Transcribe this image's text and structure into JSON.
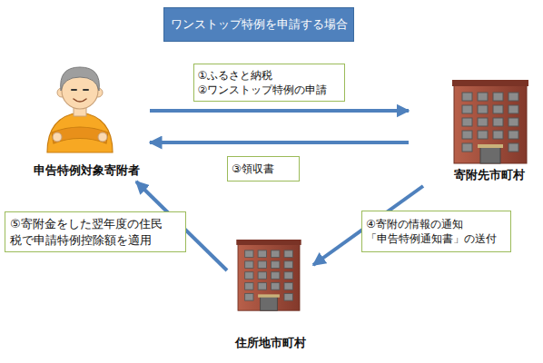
{
  "diagram": {
    "title": "ワンストップ特例を申請する場合",
    "nodes": [
      {
        "text": [
          "申告特例対象寄附者"
        ]
      },
      {
        "text": [
          "寄附先市町村"
        ]
      },
      {
        "text": [
          "住所地市町村"
        ]
      }
    ],
    "edges": [
      {
        "from": 0,
        "to": 1,
        "label": "①ふるさと納税 ②ワンストップ特例の申請",
        "arrow": "to"
      },
      {
        "from": 1,
        "to": 0,
        "label": "③領収書",
        "arrow": "to"
      },
      {
        "from": 1,
        "to": 2,
        "label": "④寄附の情報の通知 「申告特例通知書」の送付",
        "arrow": "to"
      },
      {
        "from": 2,
        "to": 0,
        "label": "⑤寄附金をした翌年度の住民 税で申請特例控除額を適用",
        "arrow": "to"
      }
    ]
  }
}
